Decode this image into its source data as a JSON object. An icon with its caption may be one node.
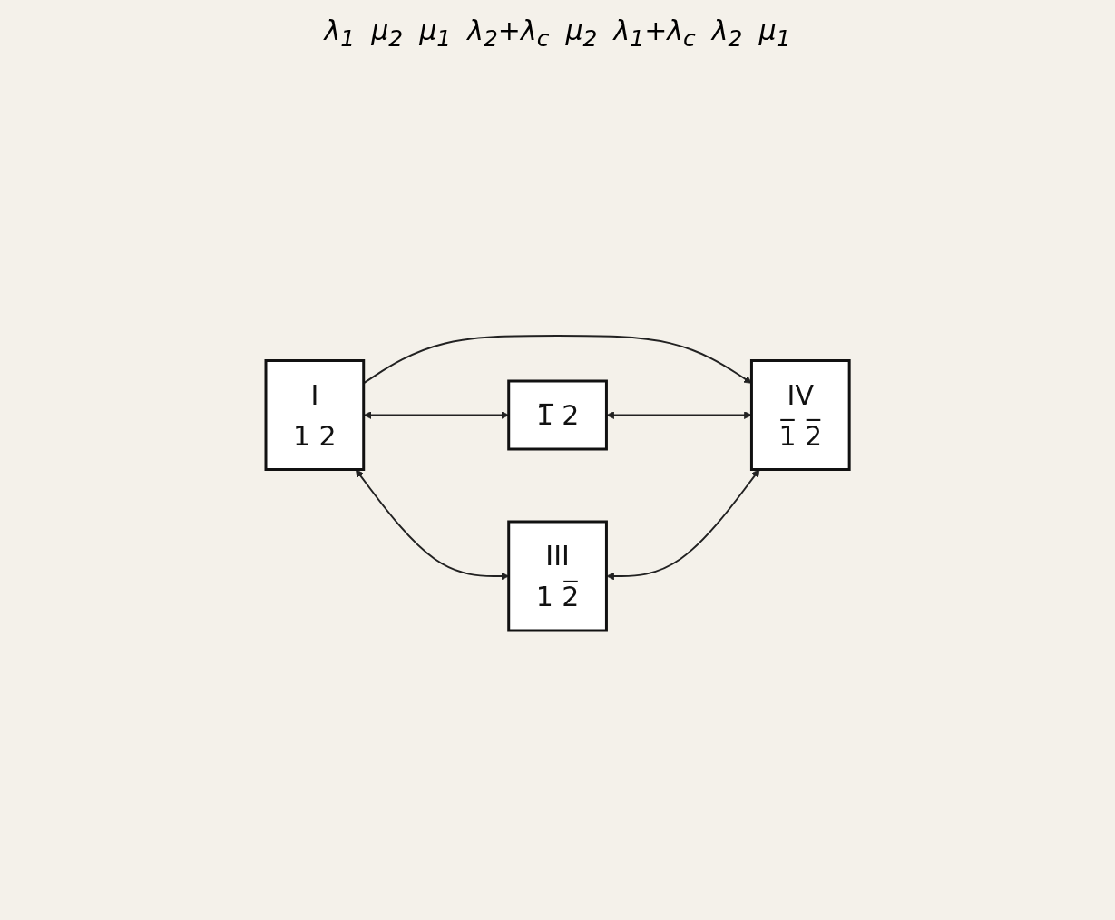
{
  "diagram": {
    "nodes": [
      {
        "text": [
          "I",
          "1 2"
        ]
      },
      {
        "text": [
          "1̅ 2"
        ]
      },
      {
        "text": [
          "III",
          "1 2̅"
        ]
      },
      {
        "text": [
          "IV",
          "1̅ 2̅"
        ]
      }
    ],
    "edges": [
      {
        "from": 0,
        "to": 1,
        "arrow": "both"
      },
      {
        "from": 0,
        "to": 3,
        "arrow": "to"
      },
      {
        "from": 0,
        "to": 2,
        "arrow": "both"
      },
      {
        "from": 1,
        "to": 3,
        "arrow": "both"
      },
      {
        "from": 2,
        "to": 3,
        "arrow": "both"
      }
    ],
    "labels": [
      "λ$_{1}$",
      "μ$_{2}$",
      "μ$_{1}$",
      "λ$_{2}$+λ$_{c}$",
      "μ$_{2}$",
      "λ$_{1}$+λ$_{c}$",
      "λ$_{2}$",
      "μ$_{1}$"
    ]
  }
}
